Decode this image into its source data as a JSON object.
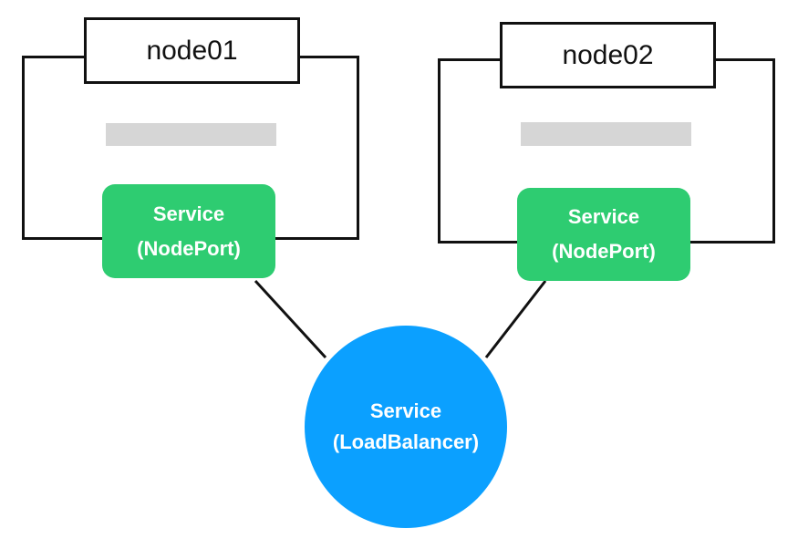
{
  "colors": {
    "nodeport": "#2ecc71",
    "loadbalancer": "#0ba0ff",
    "placeholder": "#d6d6d6",
    "border": "#111111"
  },
  "nodes": [
    {
      "label": "node01",
      "service": {
        "line1": "Service",
        "line2": "(NodePort)"
      }
    },
    {
      "label": "node02",
      "service": {
        "line1": "Service",
        "line2": "(NodePort)"
      }
    }
  ],
  "loadbalancer": {
    "line1": "Service",
    "line2": "(LoadBalancer)"
  }
}
